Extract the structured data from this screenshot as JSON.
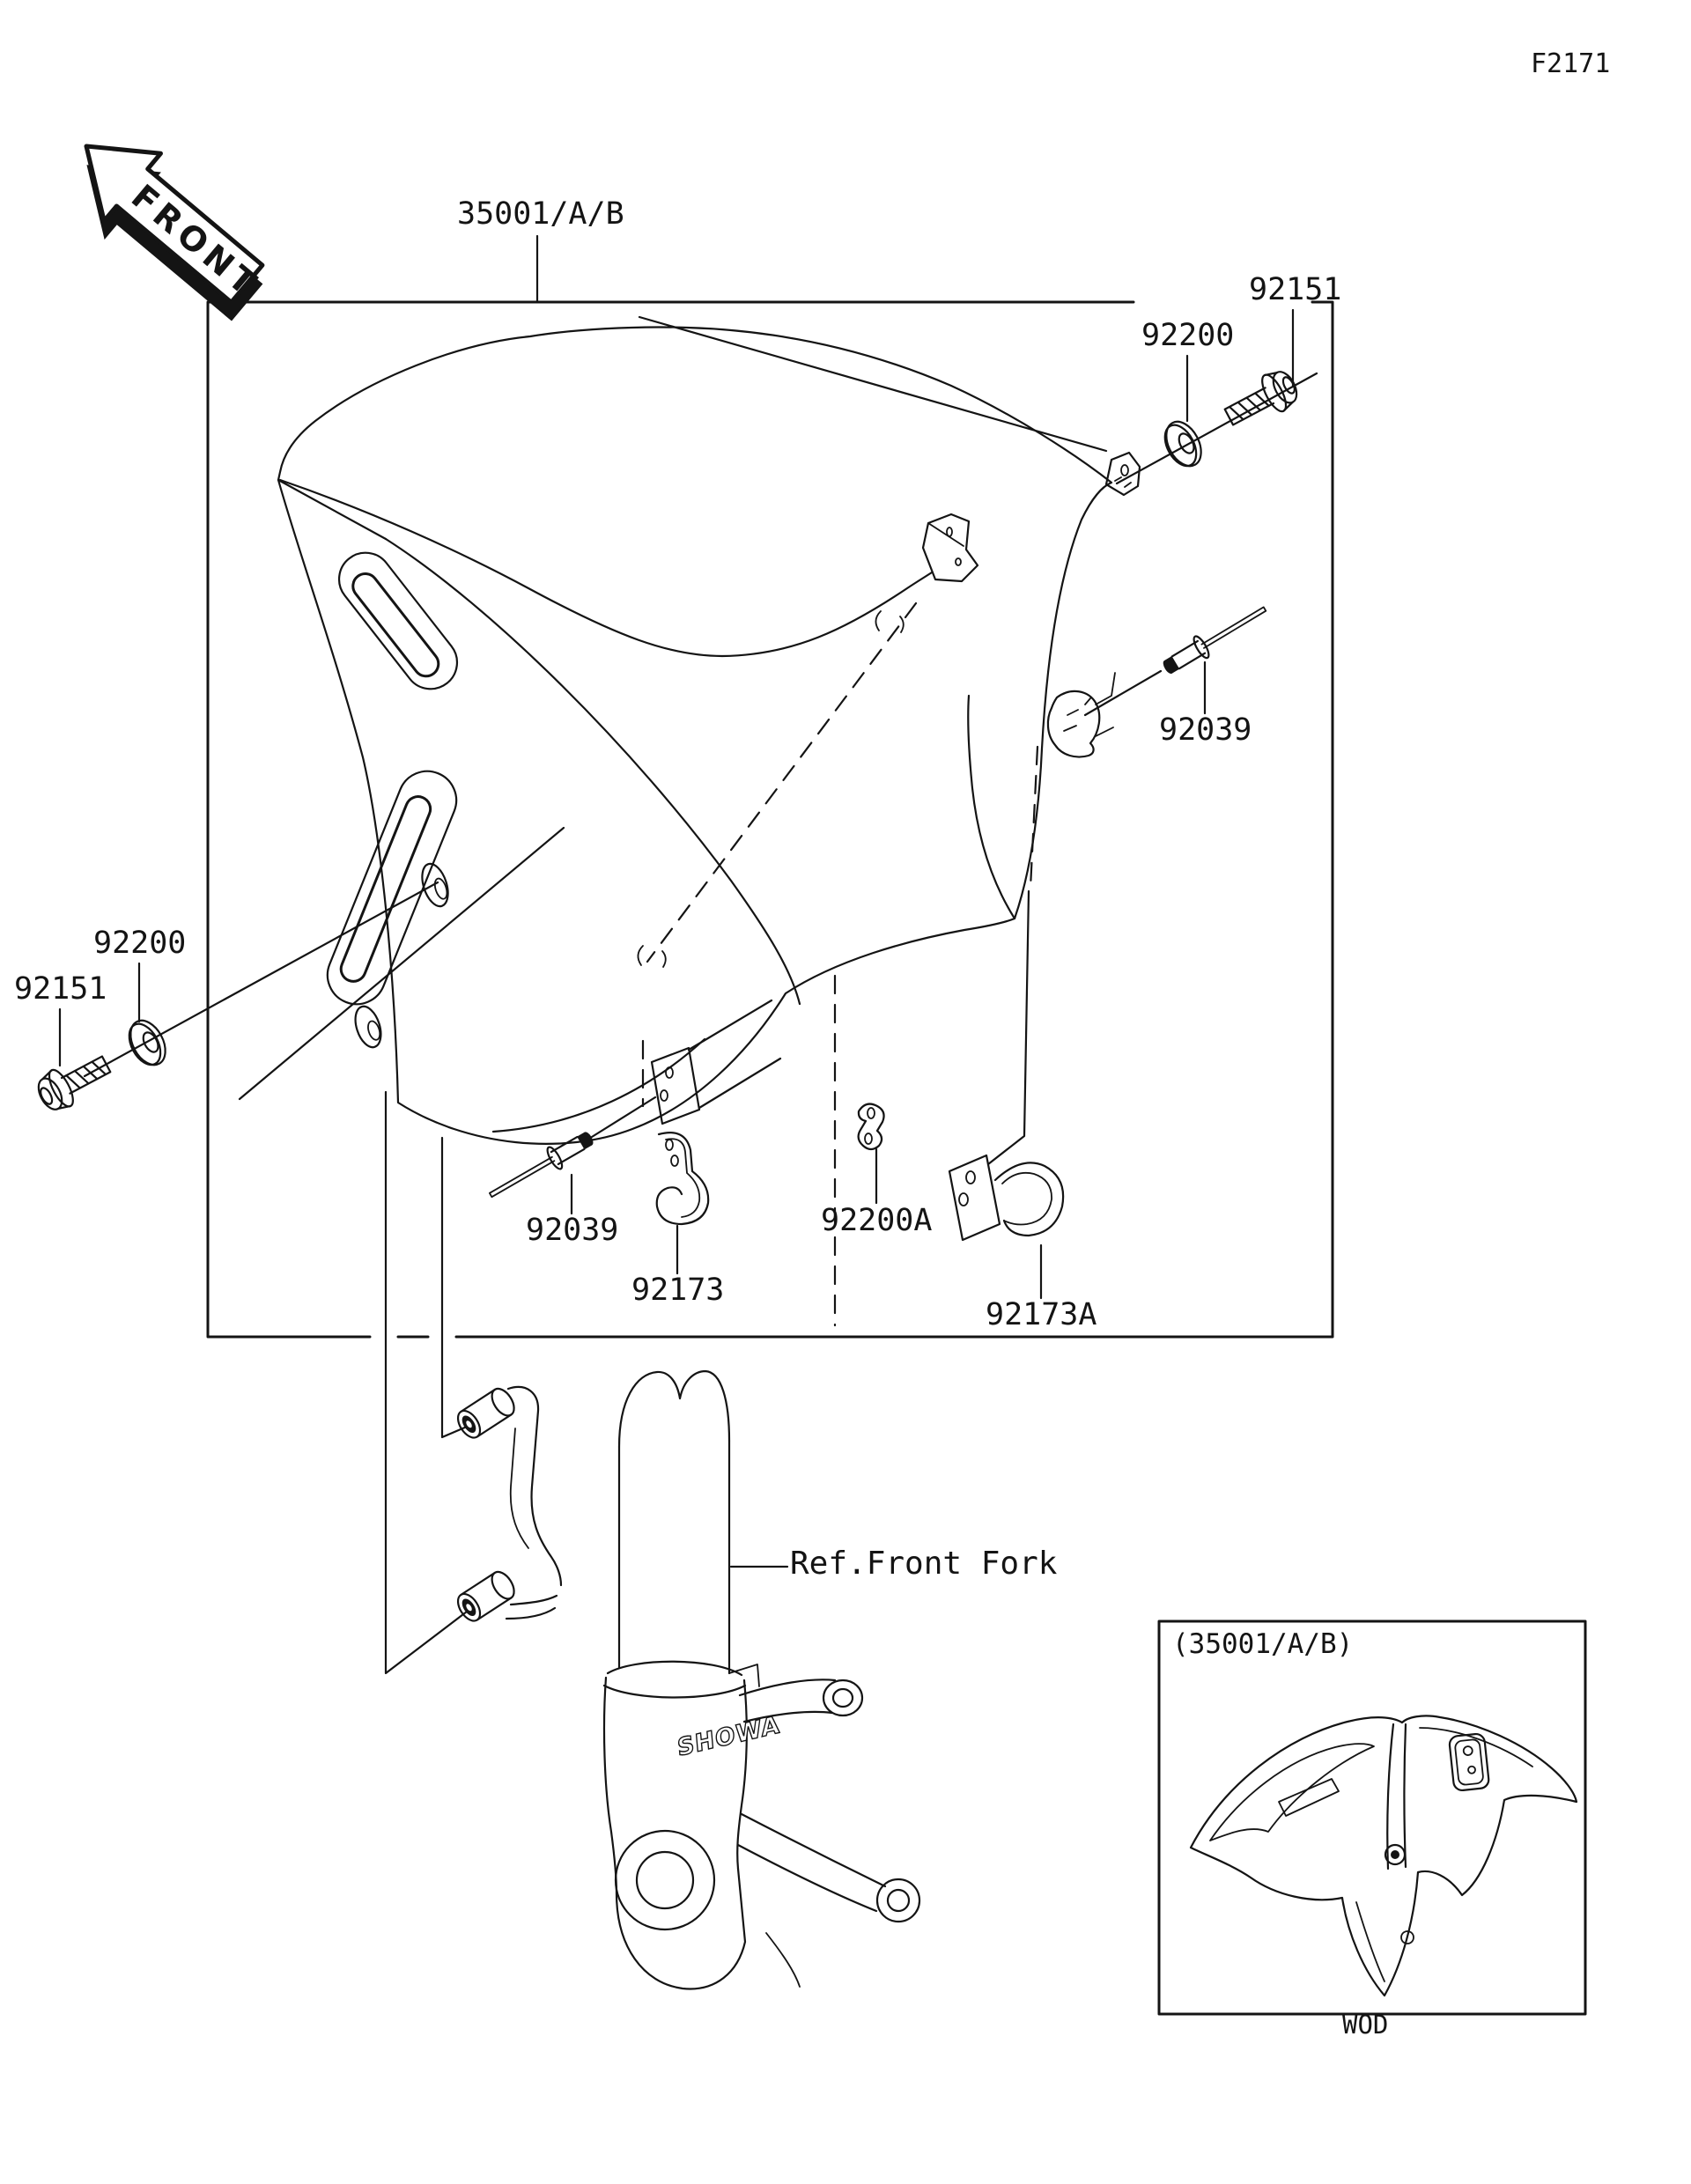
{
  "page": {
    "code": "F2171",
    "background": "#ffffff",
    "ink_color": "#141414"
  },
  "orientation": {
    "front_arrow_label": "FRONT"
  },
  "assembly": {
    "group_label": "35001/A/B",
    "reference_label": "Ref.Front Fork",
    "fork_brand": "SHOWA"
  },
  "callouts": {
    "fender": "35001/A/B",
    "screw_top_right": "92151",
    "washer_top_right": "92200",
    "rivet_right": "92039",
    "washer_left": "92200",
    "screw_left": "92151",
    "rivet_bottom": "92039",
    "clamp_bottom": "92173",
    "washer_bottom": "92200A",
    "clamp_bottom_alt": "92173A"
  },
  "inset": {
    "group_label": "(35001/A/B)",
    "variant_code": "WOD"
  }
}
